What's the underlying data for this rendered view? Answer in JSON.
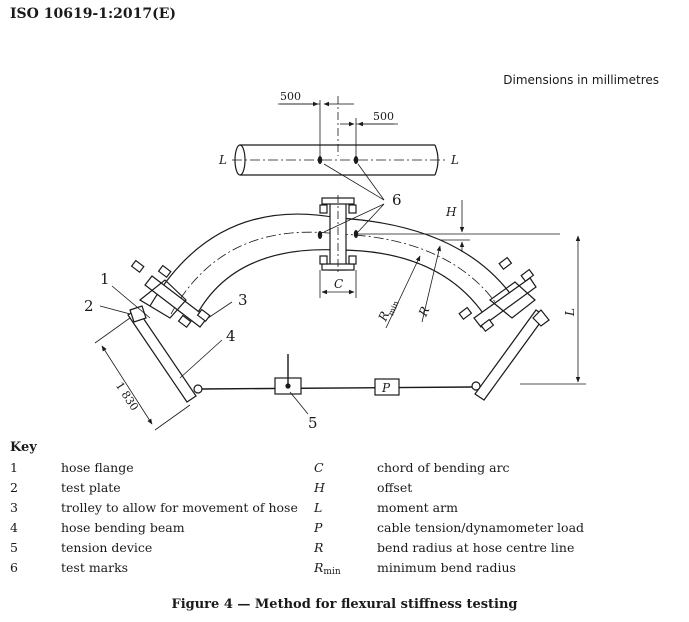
{
  "header": {
    "standard_ref": "ISO 10619-1:2017(E)"
  },
  "dims_note": "Dimensions in millimetres",
  "diagram": {
    "dim_500_left": "500",
    "dim_500_right": "500",
    "dim_1830": "1 830",
    "label_L_left": "L",
    "label_L_right": "L",
    "label_L_vertical": "L",
    "label_H": "H",
    "label_C": "C",
    "label_R": "R",
    "label_Rmin_main": "R",
    "label_Rmin_sub": "min",
    "label_P": "P",
    "callouts": {
      "c1": "1",
      "c2": "2",
      "c3": "3",
      "c4": "4",
      "c5": "5",
      "c6": "6"
    }
  },
  "key": {
    "title": "Key",
    "left": [
      {
        "k": "1",
        "v": "hose flange"
      },
      {
        "k": "2",
        "v": "test plate"
      },
      {
        "k": "3",
        "v": "trolley to allow for movement of hose"
      },
      {
        "k": "4",
        "v": "hose bending beam"
      },
      {
        "k": "5",
        "v": "tension device"
      },
      {
        "k": "6",
        "v": "test marks"
      }
    ],
    "right": [
      {
        "k": "C",
        "v": "chord of bending arc"
      },
      {
        "k": "H",
        "v": "offset"
      },
      {
        "k": "L",
        "v": "moment arm"
      },
      {
        "k": "P",
        "v": "cable tension/dynamometer load"
      },
      {
        "k": "R",
        "v": "bend radius at hose centre line"
      },
      {
        "k": "R",
        "sub": "min",
        "v": "minimum bend radius"
      }
    ]
  },
  "caption": "Figure 4 — Method for flexural stiffness testing"
}
